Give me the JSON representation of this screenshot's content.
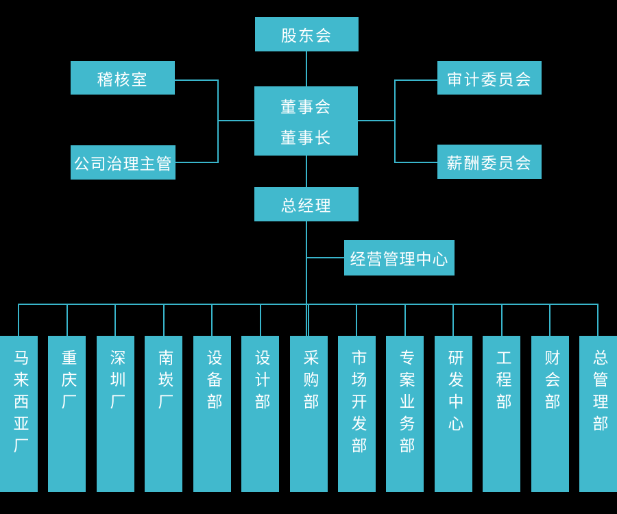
{
  "colors": {
    "background": "#000000",
    "box_fill": "#41b9cd",
    "connector": "#39b6cc",
    "text": "#ffffff"
  },
  "org": {
    "shareholders": {
      "label": "股东会"
    },
    "board": {
      "line1": "董事会",
      "line2": "董事长"
    },
    "left_attachments": [
      {
        "label": "稽核室"
      },
      {
        "label": "公司治理主管"
      }
    ],
    "right_attachments": [
      {
        "label": "审计委员会"
      },
      {
        "label": "薪酬委员会"
      }
    ],
    "general_manager": {
      "label": "总经理"
    },
    "management_center": {
      "label": "经营管理中心"
    },
    "departments": [
      {
        "label": "马来西亚厂"
      },
      {
        "label": "重庆厂"
      },
      {
        "label": "深圳厂"
      },
      {
        "label": "南崁厂"
      },
      {
        "label": "设备部"
      },
      {
        "label": "设计部"
      },
      {
        "label": "采购部"
      },
      {
        "label": "市场开发部"
      },
      {
        "label": "专案业务部"
      },
      {
        "label": "研发中心"
      },
      {
        "label": "工程部"
      },
      {
        "label": "财会部"
      },
      {
        "label": "总管理部"
      }
    ]
  }
}
